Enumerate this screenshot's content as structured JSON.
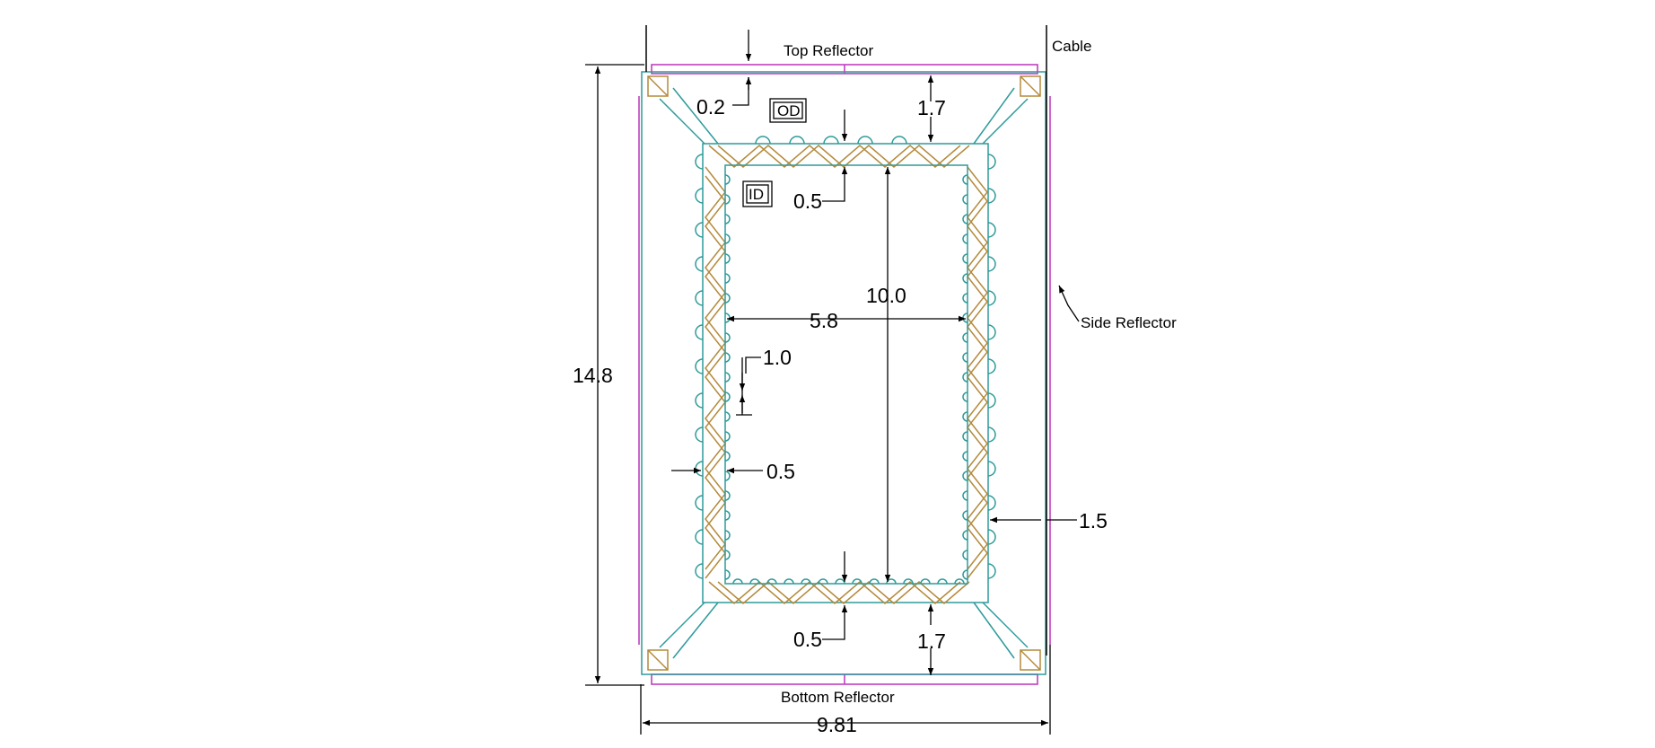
{
  "labels": {
    "top_reflector": "Top Reflector",
    "bottom_reflector": "Bottom Reflector",
    "side_reflector": "Side Reflector",
    "cable": "Cable",
    "od": "OD",
    "id": "ID"
  },
  "dimensions": {
    "top_gap": "0.2",
    "od_top": "1.7",
    "id_top": "0.5",
    "inner_height": "10.0",
    "inner_width": "5.8",
    "pitch": "1.0",
    "side_gap": "0.5",
    "side_thickness": "1.5",
    "overall_height": "14.8",
    "bottom_gap": "0.5",
    "od_bottom": "1.7",
    "overall_width": "9.81"
  },
  "colors": {
    "cyan": "#2f9a9a",
    "tan": "#b48a3c",
    "magenta": "#c040c0",
    "dim": "#000000"
  }
}
